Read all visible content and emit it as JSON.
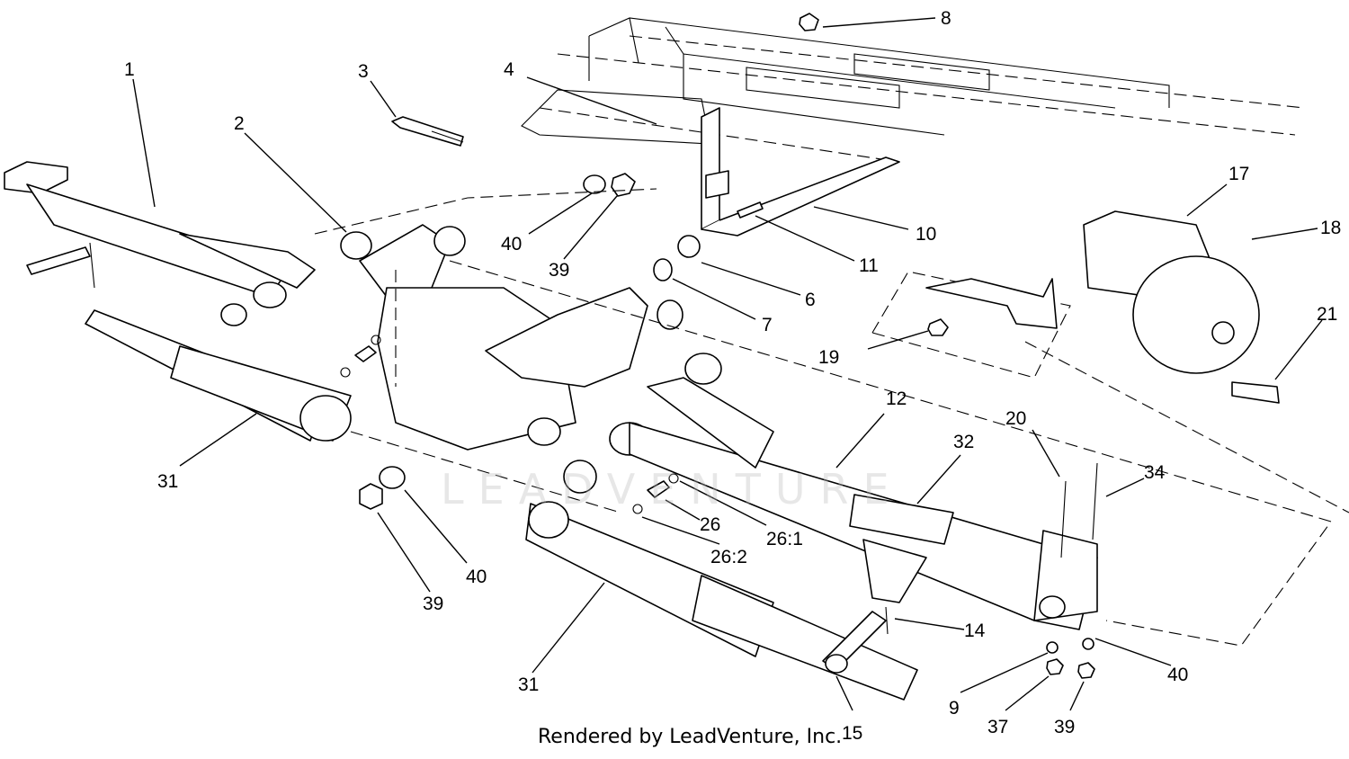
{
  "watermark": "LEADVENTURE",
  "credit": "Rendered by LeadVenture, Inc.",
  "callouts": [
    {
      "label": "1"
    },
    {
      "label": "2"
    },
    {
      "label": "3"
    },
    {
      "label": "4"
    },
    {
      "label": "8"
    },
    {
      "label": "17"
    },
    {
      "label": "18"
    },
    {
      "label": "10"
    },
    {
      "label": "11"
    },
    {
      "label": "40"
    },
    {
      "label": "39"
    },
    {
      "label": "6"
    },
    {
      "label": "7"
    },
    {
      "label": "19"
    },
    {
      "label": "21"
    },
    {
      "label": "12"
    },
    {
      "label": "32"
    },
    {
      "label": "20"
    },
    {
      "label": "34"
    },
    {
      "label": "31"
    },
    {
      "label": "26"
    },
    {
      "label": "26:1"
    },
    {
      "label": "26:2"
    },
    {
      "label": "40"
    },
    {
      "label": "39"
    },
    {
      "label": "14"
    },
    {
      "label": "31"
    },
    {
      "label": "15"
    },
    {
      "label": "9"
    },
    {
      "label": "37"
    },
    {
      "label": "39"
    },
    {
      "label": "40"
    }
  ]
}
